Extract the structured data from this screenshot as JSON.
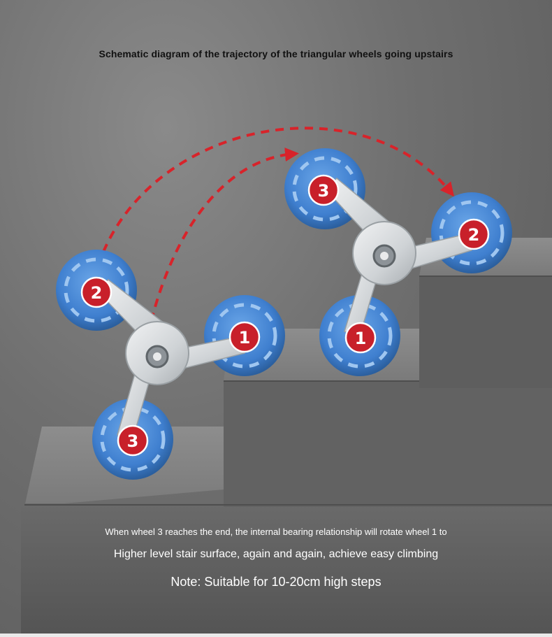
{
  "title": "Schematic diagram of the trajectory of the triangular wheels going upstairs",
  "wheels": {
    "left": {
      "w1": "1",
      "w2": "2",
      "w3": "3"
    },
    "right": {
      "w1": "1",
      "w2": "2",
      "w3": "3"
    }
  },
  "captions": {
    "line1": "When wheel 3 reaches the end, the internal bearing relationship will rotate wheel 1 to",
    "line2": "Higher level stair surface, again and again, achieve easy climbing",
    "line3": "Note: Suitable for 10-20cm high steps"
  },
  "colors": {
    "wheel_blue": "#3f7fcf",
    "badge_red": "#c8202a",
    "arrow_red": "#d8232a",
    "frame_silver": "#d9dcdf"
  }
}
